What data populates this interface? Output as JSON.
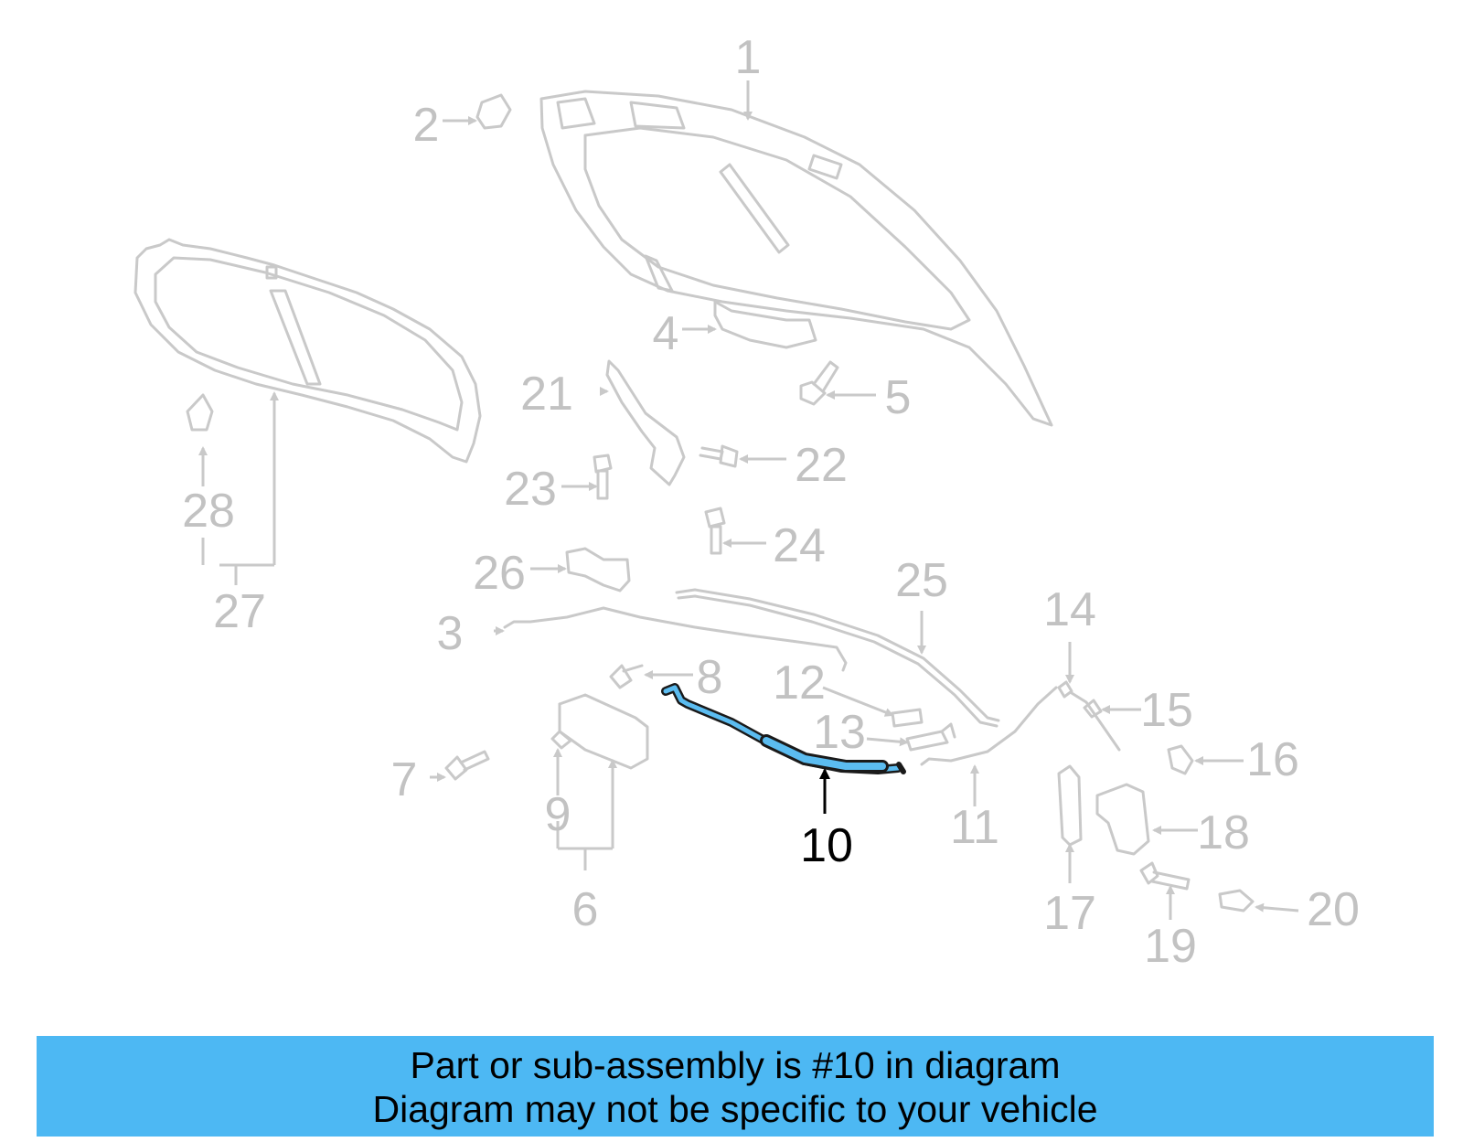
{
  "banner": {
    "line1": "Part or sub-assembly is #10 in diagram",
    "line2": "Diagram may not be specific to your vehicle"
  },
  "highlight_color": "#4db8f3",
  "callouts": [
    {
      "id": "1",
      "label": "1"
    },
    {
      "id": "2",
      "label": "2"
    },
    {
      "id": "3",
      "label": "3"
    },
    {
      "id": "4",
      "label": "4"
    },
    {
      "id": "5",
      "label": "5"
    },
    {
      "id": "6",
      "label": "6"
    },
    {
      "id": "7",
      "label": "7"
    },
    {
      "id": "8",
      "label": "8"
    },
    {
      "id": "9",
      "label": "9"
    },
    {
      "id": "10",
      "label": "10",
      "highlighted": true
    },
    {
      "id": "11",
      "label": "11"
    },
    {
      "id": "12",
      "label": "12"
    },
    {
      "id": "13",
      "label": "13"
    },
    {
      "id": "14",
      "label": "14"
    },
    {
      "id": "15",
      "label": "15"
    },
    {
      "id": "16",
      "label": "16"
    },
    {
      "id": "17",
      "label": "17"
    },
    {
      "id": "18",
      "label": "18"
    },
    {
      "id": "19",
      "label": "19"
    },
    {
      "id": "20",
      "label": "20"
    },
    {
      "id": "21",
      "label": "21"
    },
    {
      "id": "22",
      "label": "22"
    },
    {
      "id": "23",
      "label": "23"
    },
    {
      "id": "24",
      "label": "24"
    },
    {
      "id": "25",
      "label": "25"
    },
    {
      "id": "26",
      "label": "26"
    },
    {
      "id": "27",
      "label": "27"
    },
    {
      "id": "28",
      "label": "28"
    }
  ]
}
